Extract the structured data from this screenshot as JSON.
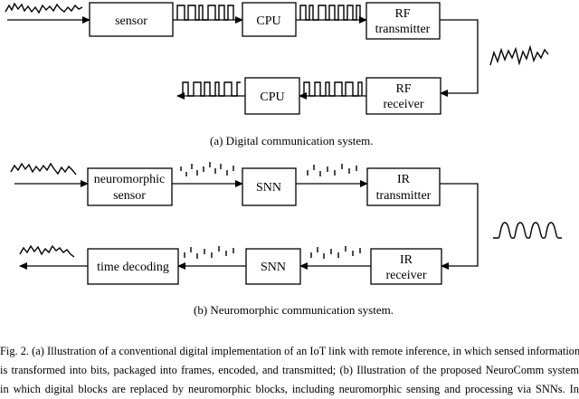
{
  "diagram_a": {
    "blocks": {
      "sensor": [
        "sensor"
      ],
      "cpu_tx": [
        "CPU"
      ],
      "rf_tx": [
        "RF",
        "transmitter"
      ],
      "rf_rx": [
        "RF",
        "receiver"
      ],
      "cpu_rx": [
        "CPU"
      ]
    },
    "caption": "(a)  Digital communication system."
  },
  "diagram_b": {
    "blocks": {
      "neuro_sensor": [
        "neuromorphic",
        "sensor"
      ],
      "snn_tx": [
        "SNN"
      ],
      "ir_tx": [
        "IR",
        "transmitter"
      ],
      "ir_rx": [
        "IR",
        "receiver"
      ],
      "snn_rx": [
        "SNN"
      ],
      "time_decoding": [
        "time decoding"
      ]
    },
    "caption": "(b)  Neuromorphic communication system."
  },
  "figure_caption": [
    "Fig. 2.  (a) Illustration of a conventional digital implementation of an IoT link with remote inference, in which sensed information",
    "is transformed into bits, packaged into frames, encoded, and transmitted; (b) Illustration of the proposed NeuroComm system",
    "in which digital blocks are replaced by neuromorphic blocks, including neuromorphic sensing and processing via SNNs. In"
  ]
}
